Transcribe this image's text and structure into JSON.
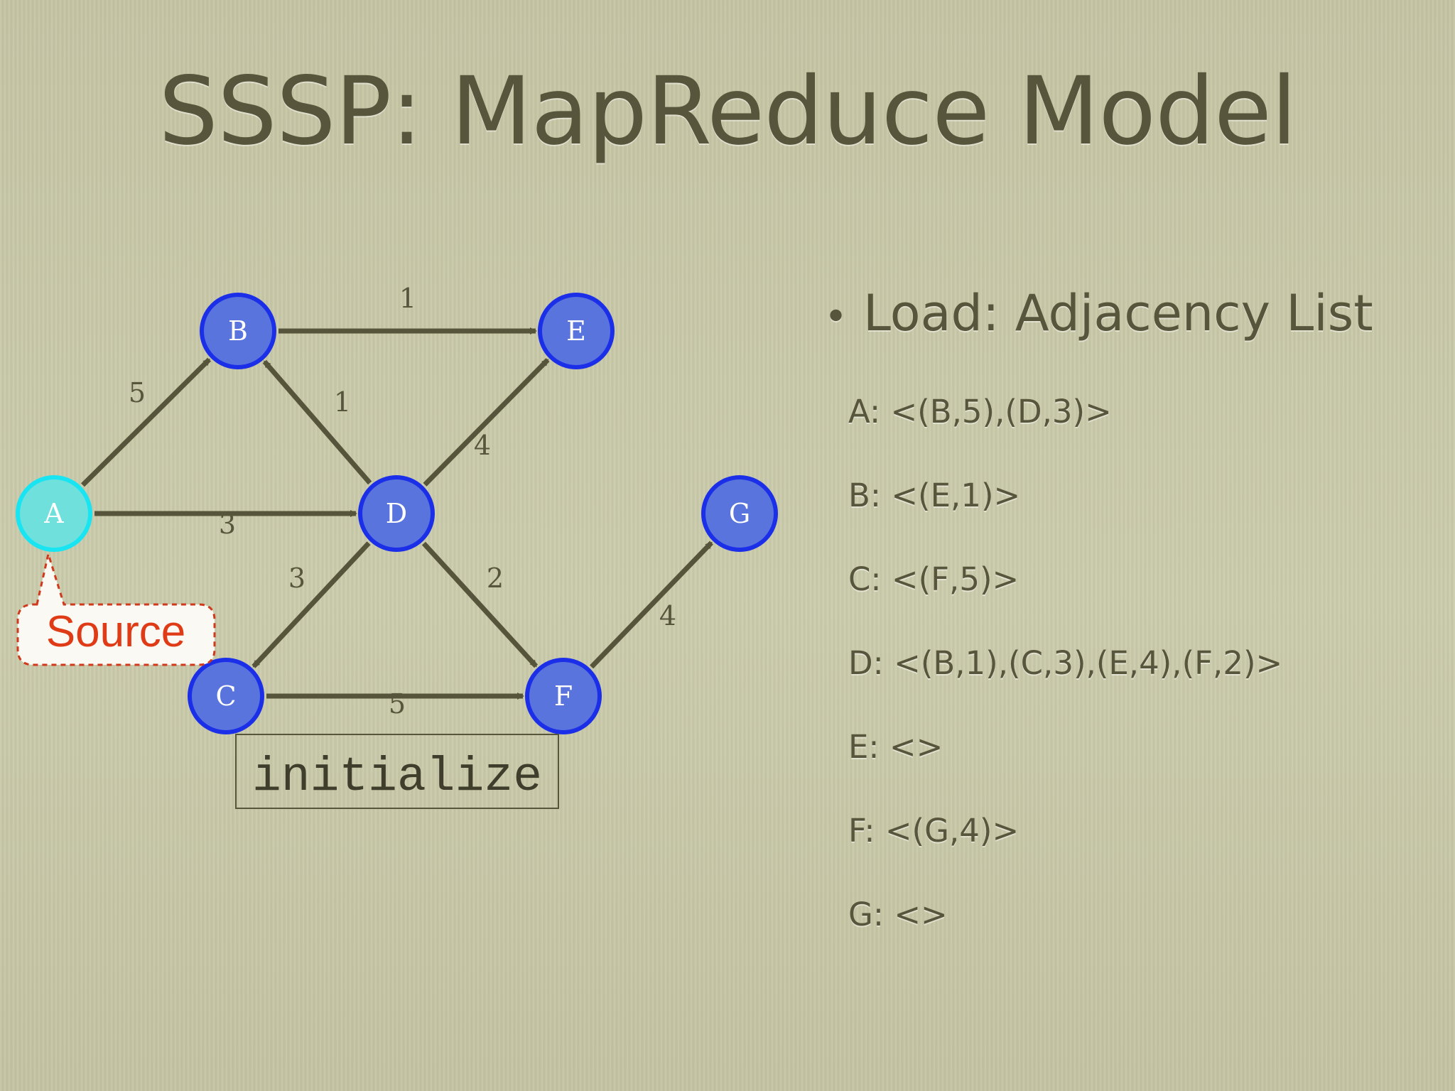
{
  "slide": {
    "title": "SSSP: MapReduce Model",
    "bullet": "Load: Adjacency List",
    "bullet_symbol": "•"
  },
  "adjacency": [
    "A: <(B,5),(D,3)>",
    "B: <(E,1)>",
    "C: <(F,5)>",
    "D: <(B,1),(C,3),(E,4),(F,2)>",
    "E: <>",
    "F: <(G,4)>",
    "G: <>"
  ],
  "graph": {
    "nodes": [
      {
        "id": "A",
        "label": "A",
        "source": true
      },
      {
        "id": "B",
        "label": "B"
      },
      {
        "id": "C",
        "label": "C"
      },
      {
        "id": "D",
        "label": "D"
      },
      {
        "id": "E",
        "label": "E"
      },
      {
        "id": "F",
        "label": "F"
      },
      {
        "id": "G",
        "label": "G"
      }
    ],
    "edges": [
      {
        "from": "A",
        "to": "B",
        "weight": "5"
      },
      {
        "from": "A",
        "to": "D",
        "weight": "3"
      },
      {
        "from": "B",
        "to": "E",
        "weight": "1"
      },
      {
        "from": "D",
        "to": "B",
        "weight": "1"
      },
      {
        "from": "D",
        "to": "E",
        "weight": "4"
      },
      {
        "from": "D",
        "to": "C",
        "weight": "3"
      },
      {
        "from": "D",
        "to": "F",
        "weight": "2"
      },
      {
        "from": "C",
        "to": "F",
        "weight": "5"
      },
      {
        "from": "F",
        "to": "G",
        "weight": "4"
      }
    ],
    "callout": "Source",
    "phase_label": "initialize"
  },
  "colors": {
    "node_fill": "#5a74dd",
    "node_stroke": "#1c2fe8",
    "source_fill": "#6fe0dc",
    "source_stroke": "#19e4f2",
    "edge": "#56543a",
    "callout_text": "#e03b17",
    "callout_border": "#d0391b",
    "text": "#57553c"
  }
}
